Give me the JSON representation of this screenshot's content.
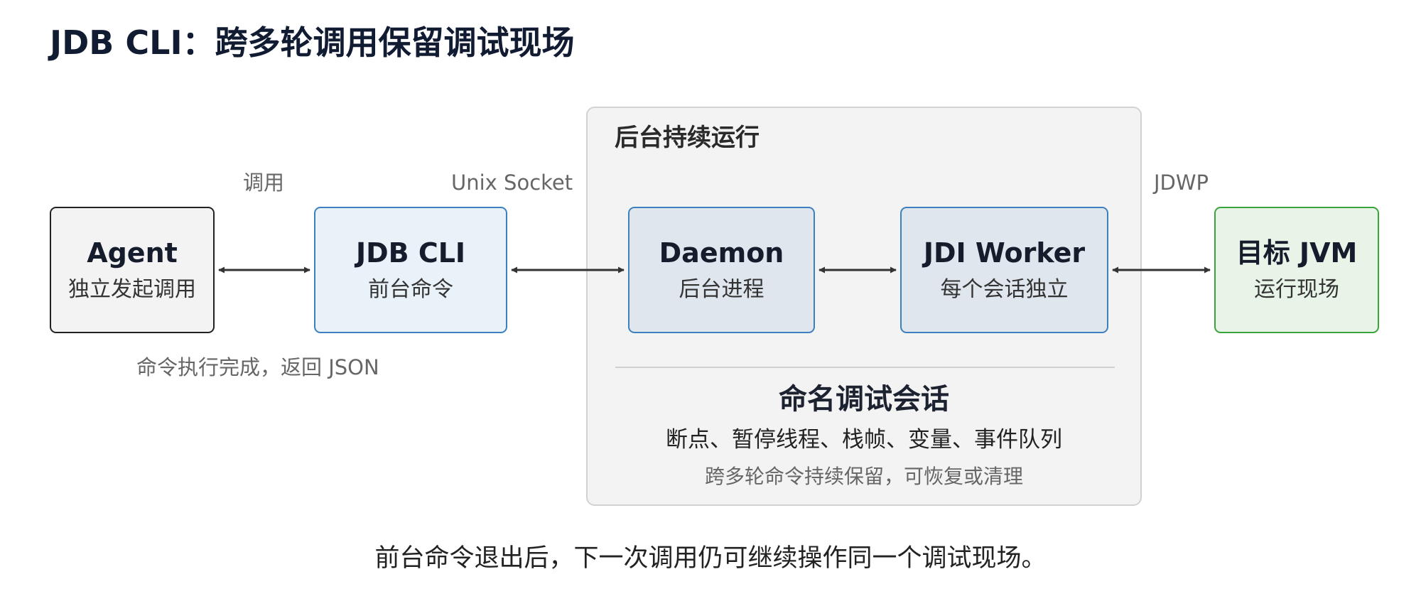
{
  "title": "JDB CLI：跨多轮调用保留调试现场",
  "group": {
    "title": "后台持续运行",
    "session": {
      "title": "命名调试会话",
      "detail": "断点、暂停线程、栈帧、变量、事件队列",
      "note": "跨多轮命令持续保留，可恢复或清理"
    }
  },
  "nodes": {
    "agent": {
      "name": "Agent",
      "sub": "独立发起调用"
    },
    "cli": {
      "name": "JDB CLI",
      "sub": "前台命令"
    },
    "daemon": {
      "name": "Daemon",
      "sub": "后台进程"
    },
    "worker": {
      "name": "JDI Worker",
      "sub": "每个会话独立"
    },
    "jvm": {
      "name": "目标 JVM",
      "sub": "运行现场"
    }
  },
  "edges": {
    "agent_cli": "调用",
    "cli_daemon": "Unix Socket",
    "worker_jvm": "JDWP",
    "return_note": "命令执行完成，返回 JSON"
  },
  "footer": "前台命令退出后，下一次调用仍可继续操作同一个调试现场。",
  "colors": {
    "arrow": "#333333",
    "cli_border": "#3d80bd",
    "jvm_border": "#3aa43a"
  }
}
